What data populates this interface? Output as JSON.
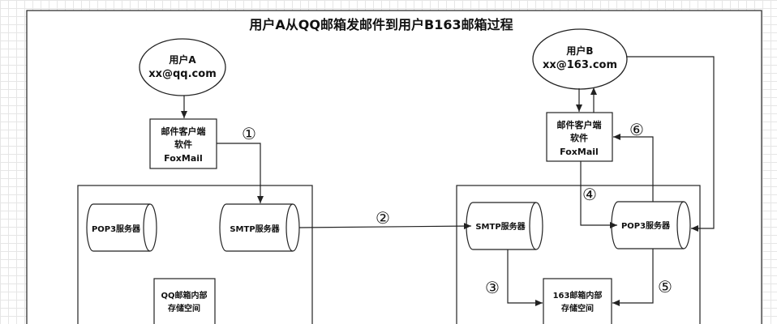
{
  "title": "用户A从QQ邮箱发邮件到用户B163邮箱过程",
  "user_a": {
    "name": "用户A",
    "email": "xx@qq.com"
  },
  "user_b": {
    "name": "用户B",
    "email": "xx@163.com"
  },
  "client_a": {
    "line1": "邮件客户端",
    "line2": "软件",
    "line3": "FoxMail"
  },
  "client_b": {
    "line1": "邮件客户端",
    "line2": "软件",
    "line3": "FoxMail"
  },
  "qq_server": {
    "pop3": "POP3服务器",
    "smtp": "SMTP服务器",
    "storage_line1": "QQ邮箱内部",
    "storage_line2": "存储空间"
  },
  "mail163_server": {
    "smtp": "SMTP服务器",
    "pop3": "POP3服务器",
    "storage_line1": "163邮箱内部",
    "storage_line2": "存储空间"
  },
  "steps": [
    "①",
    "②",
    "③",
    "④",
    "⑤",
    "⑥"
  ],
  "colors": {
    "line": "#222222",
    "grid": "#e6e6e6",
    "fill": "#ffffff"
  }
}
